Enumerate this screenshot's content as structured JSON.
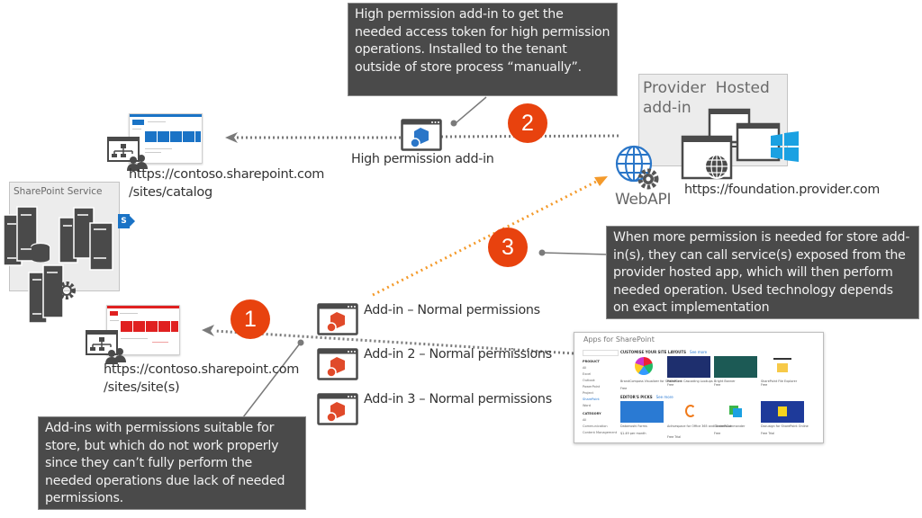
{
  "notes": {
    "high_permission": "High permission add-in to get the needed access token for high permission operations. Installed to the tenant outside of store process “manually”.",
    "more_permission": "When more permission is needed for store add-in(s), they can call service(s) exposed from the provider hosted app, which will then perform needed operation. Used technology depends on exact implementation",
    "normal_addins": "Add-ins with permissions suitable for store, but which do not work properly since they can’t fully perform the needed operations due lack of needed permissions."
  },
  "badges": [
    "1",
    "2",
    "3"
  ],
  "sharepoint_service": {
    "title": "SharePoint Service",
    "logo_letter": "S"
  },
  "catalog_site": {
    "url_line1": "https://contoso.sharepoint.com",
    "url_line2": "/sites/catalog"
  },
  "normal_site": {
    "url_line1": "https://contoso.sharepoint.com",
    "url_line2": "/sites/site(s)"
  },
  "high_permission_addin": {
    "label": "High permission add-in"
  },
  "provider": {
    "title_line1": "Provider  Hosted",
    "title_line2": "add-in",
    "url": "https://foundation.provider.com",
    "webapi_label": "WebAPI"
  },
  "addins": [
    {
      "label": "Add-in – Normal permissions"
    },
    {
      "label": "Add-in 2 – Normal permissions"
    },
    {
      "label": "Add-in 3 – Normal permissions"
    }
  ],
  "store": {
    "title": "Apps for SharePoint",
    "sidebar": {
      "product_heading": "PRODUCT",
      "products": [
        "All",
        "Excel",
        "Outlook",
        "PowerPoint",
        "Project",
        "SharePoint",
        "Word"
      ],
      "selected_product": "SharePoint",
      "category_heading": "CATEGORY",
      "categories": [
        "All",
        "Communication",
        "Content Management"
      ]
    },
    "sections": [
      {
        "title": "CUSTOMISE YOUR SITE LAYOUTS",
        "see_more": "See more",
        "apps": [
          {
            "name": "BrandCompass Visualizer for SharePoint",
            "color": "#ffffff",
            "price": "Free"
          },
          {
            "name": "PiKKoCom Cascading Lookups",
            "color": "#1e2f6e",
            "price": "Free"
          },
          {
            "name": "Bright Banner",
            "color": "#1c5a55",
            "price": "Free"
          },
          {
            "name": "SharePoint File Explorer",
            "color": "#ffffff",
            "price": "Free"
          }
        ]
      },
      {
        "title": "EDITOR'S PICKS",
        "see_more": "See more",
        "apps": [
          {
            "name": "Datamoshi Forms",
            "color": "#2a7ad3",
            "price": "$1.49 per month"
          },
          {
            "name": "Activespace for Office 365 and SharePoint",
            "color": "#ffffff",
            "price": "Free Trial"
          },
          {
            "name": "ContentCommander",
            "color": "#ffffff",
            "price": "Free"
          },
          {
            "name": "Docusign for SharePoint Online",
            "color": "#1e3a9a",
            "price": "Free Trial"
          }
        ]
      }
    ]
  },
  "colors": {
    "badge": "#e8420e",
    "note_bg": "#4a4a4a",
    "addin_red": "#e04a2a",
    "high_addin_blue": "#2a76c8",
    "flow_orange": "#f49a2b",
    "dotted_gray": "#7a7a7a",
    "sharepoint_blue": "#1a73c6",
    "windows_blue": "#1ba1e2"
  }
}
